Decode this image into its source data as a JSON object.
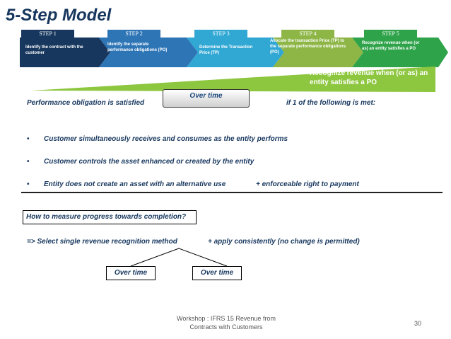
{
  "title": "5-Step Model",
  "steps": [
    {
      "label": "STEP 1",
      "text": "Identify the contract with the customer",
      "color": "#17375e"
    },
    {
      "label": "STEP 2",
      "text": "Identify the separate performance obligations (PO)",
      "color": "#2e75b6"
    },
    {
      "label": "STEP 3",
      "text": "Determine the Transaction Price (TP)",
      "color": "#31a7d4"
    },
    {
      "label": "STEP 4",
      "text": "Allocate the transaction Price (TP) to the separate performance obligations (PO)",
      "color": "#8db646"
    },
    {
      "label": "STEP 5",
      "text": "Recognize revenue when (or as) an entity satisfies a PO",
      "color": "#2fa34a"
    }
  ],
  "recognize_banner": "Recognize revenue when (or as) an entity satisfies a PO",
  "over_time_box": "Over time",
  "perf_left": "Performance obligation is satisfied",
  "perf_right": "if 1 of the following is met:",
  "bullets": [
    {
      "dot": "•",
      "text": "Customer simultaneously receives and consumes as the entity performs"
    },
    {
      "dot": "•",
      "text": "Customer controls the asset enhanced or created by the entity"
    },
    {
      "dot": "•",
      "text": "Entity does not create an asset with an alternative use",
      "extra": "+ enforceable right to payment"
    }
  ],
  "measure_question": "How to measure progress towards completion?",
  "select_left": "=> Select single revenue recognition method",
  "select_right": "+ apply consistently (no change is permitted)",
  "tree_left": "Over time",
  "tree_right": "Over time",
  "footer_line1": "Workshop : IFRS 15 Revenue from",
  "footer_line2": "Contracts with Customers",
  "page_number": "30",
  "colors": {
    "title": "#17375e",
    "wedge": "#8dc63f"
  }
}
